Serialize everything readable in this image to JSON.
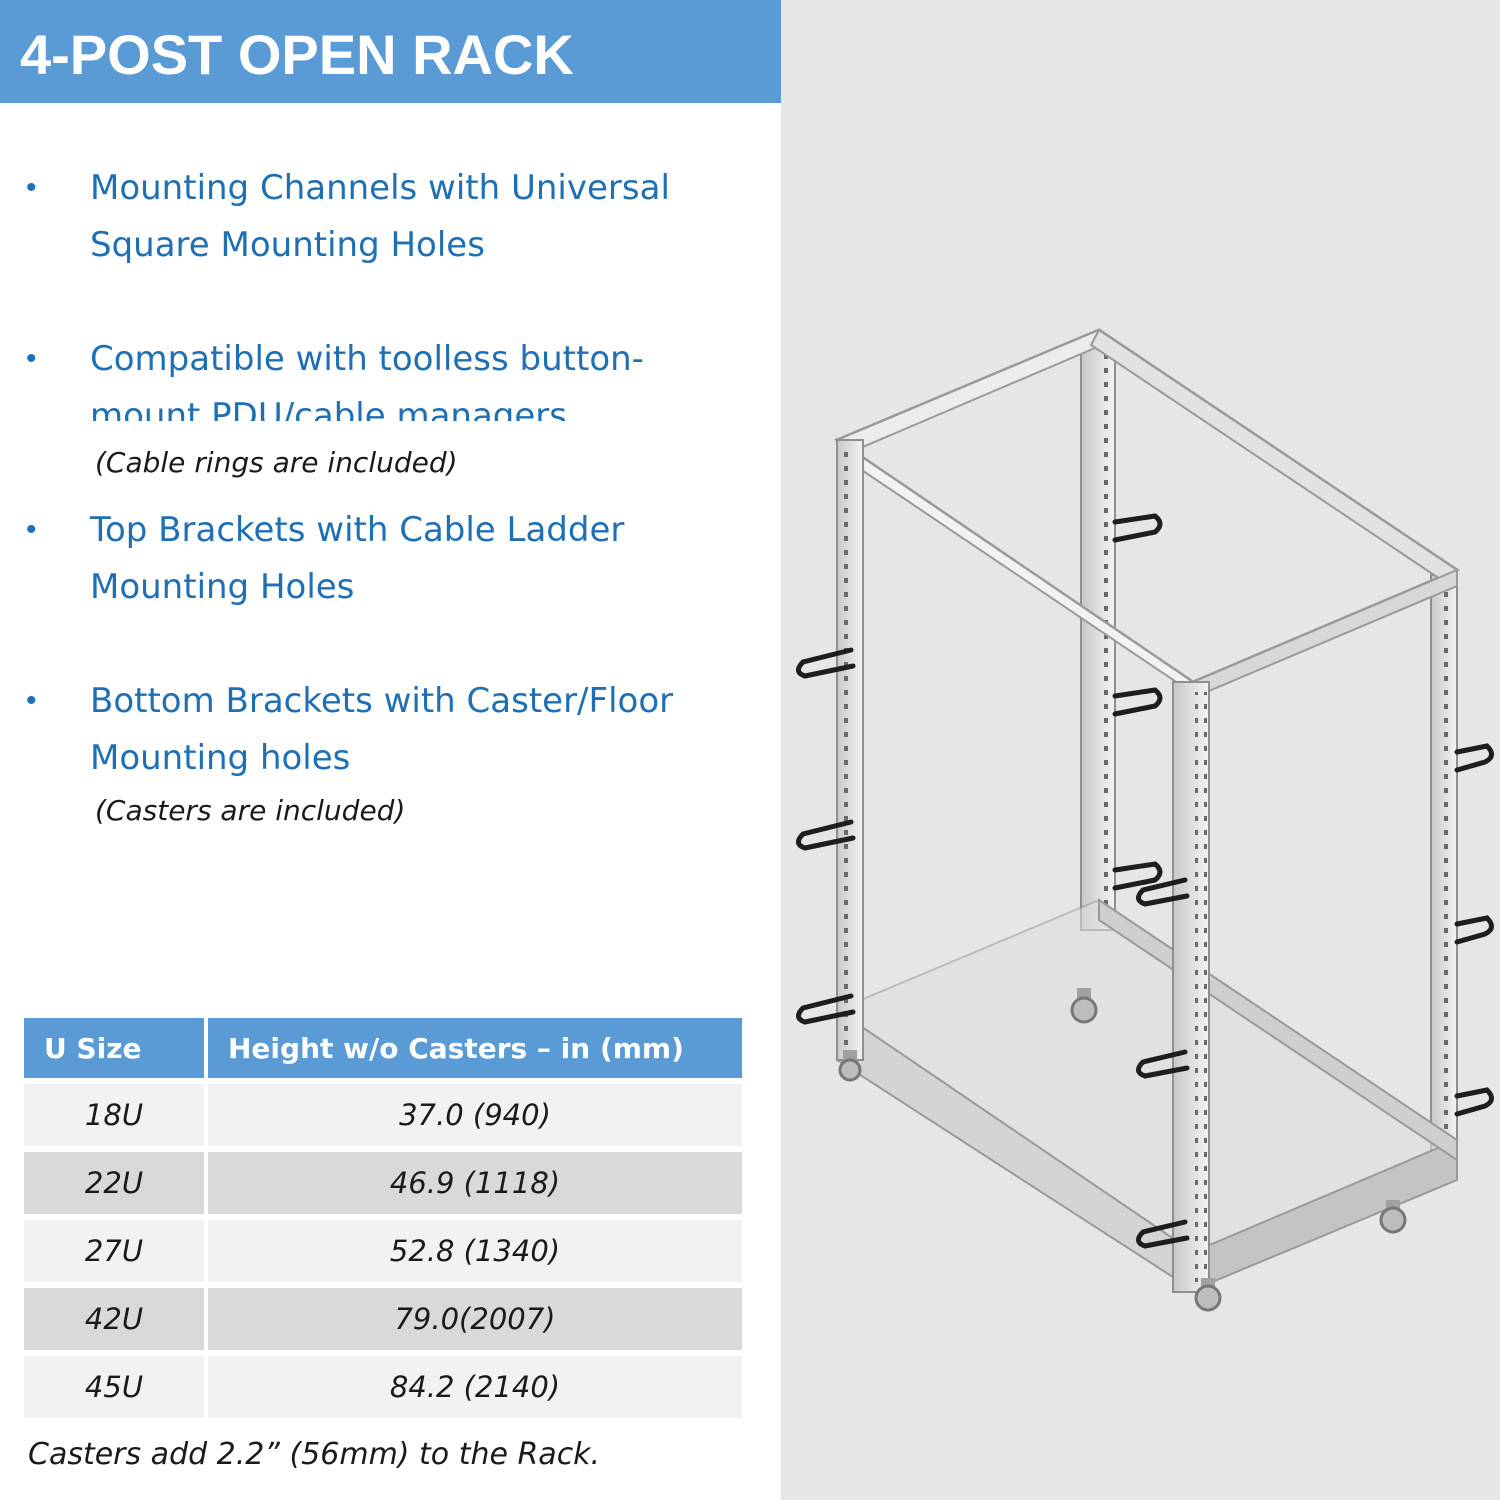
{
  "title": "4-POST OPEN RACK",
  "features": [
    {
      "text": "Mounting Channels with Universal Square Mounting Holes",
      "note": ""
    },
    {
      "text": "Compatible with toolless button-mount PDU/cable managers",
      "note": "(Cable rings are included)"
    },
    {
      "text": "Top Brackets with Cable Ladder Mounting Holes",
      "note": ""
    },
    {
      "text": "Bottom Brackets with Caster/Floor Mounting holes",
      "note": "(Casters are included)"
    }
  ],
  "table": {
    "headers": [
      "U Size",
      "Height w/o Casters – in (mm)"
    ],
    "rows": [
      [
        "18U",
        "37.0 (940)"
      ],
      [
        "22U",
        "46.9 (1118)"
      ],
      [
        "27U",
        "52.8 (1340)"
      ],
      [
        "42U",
        "79.0(2007)"
      ],
      [
        "45U",
        "84.2 (2140)"
      ]
    ]
  },
  "footnote": "Casters add 2.2” (56mm) to the Rack.",
  "colors": {
    "title_bar": "#5b9bd5",
    "bullet_text": "#1f6fb4",
    "right_panel": "#e6e6e6",
    "table_row_light": "#f2f2f2",
    "table_row_dark": "#d9d9d9"
  }
}
